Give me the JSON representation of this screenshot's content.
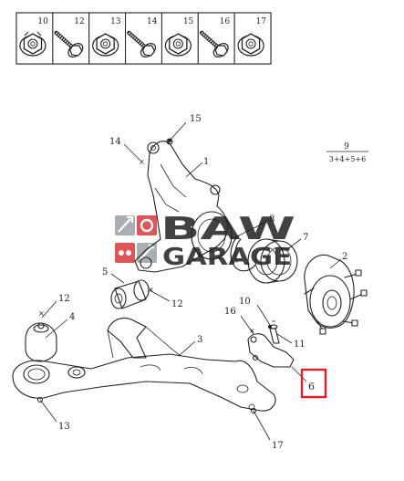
{
  "fastener_table": {
    "cells": [
      {
        "number": "10",
        "icon": "flange-nut-icon"
      },
      {
        "number": "12",
        "icon": "flange-bolt-icon"
      },
      {
        "number": "13",
        "icon": "hex-nut-icon"
      },
      {
        "number": "14",
        "icon": "flange-bolt-icon"
      },
      {
        "number": "15",
        "icon": "hex-nut-icon"
      },
      {
        "number": "16",
        "icon": "flange-bolt-icon"
      },
      {
        "number": "17",
        "icon": "hex-nut-icon"
      }
    ]
  },
  "callouts": {
    "c1": "1",
    "c2": "2",
    "c3": "3",
    "c4": "4",
    "c5": "5",
    "c6": "6",
    "c7": "7",
    "c8": "8",
    "c10": "10",
    "c11": "11",
    "c12a": "12",
    "c12b": "12",
    "c13": "13",
    "c14": "14",
    "c15": "15",
    "c16": "16",
    "c17": "17"
  },
  "kit": {
    "numerator": "9",
    "denominator": "3+4+5+6"
  },
  "watermark": {
    "line1": "BAW",
    "line2": "GARAGE",
    "color": "#d9383a"
  },
  "highlight_color": "#e02020"
}
